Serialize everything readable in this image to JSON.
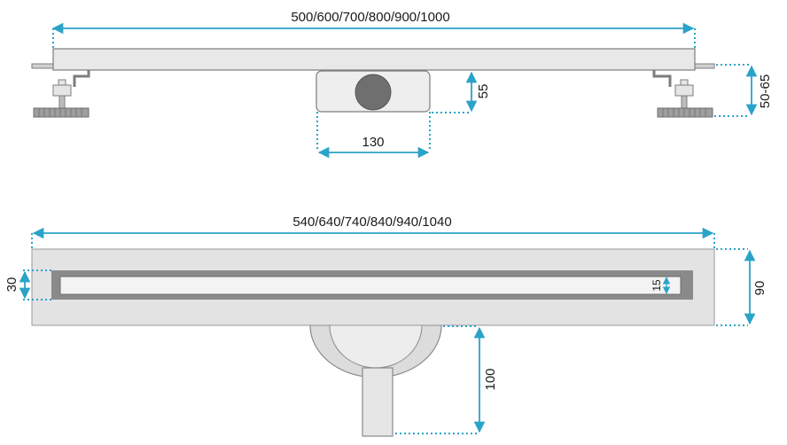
{
  "colors": {
    "dimension": "#2aa3c8",
    "outline": "#7d7d7d",
    "fill_light": "#e6e6e6",
    "fill_mid": "#b8b8b8",
    "fill_dark": "#7a7a7a",
    "text": "#1a1a1a"
  },
  "side_view": {
    "length_label": "500/600/700/800/900/1000",
    "outlet_width_label": "130",
    "outlet_depth_label": "55",
    "height_label": "50-65"
  },
  "top_view": {
    "length_label": "540/640/740/840/940/1040",
    "slot_width_label": "30",
    "inner_slot_label": "15",
    "width_label": "90",
    "pipe_length_label": "100"
  }
}
